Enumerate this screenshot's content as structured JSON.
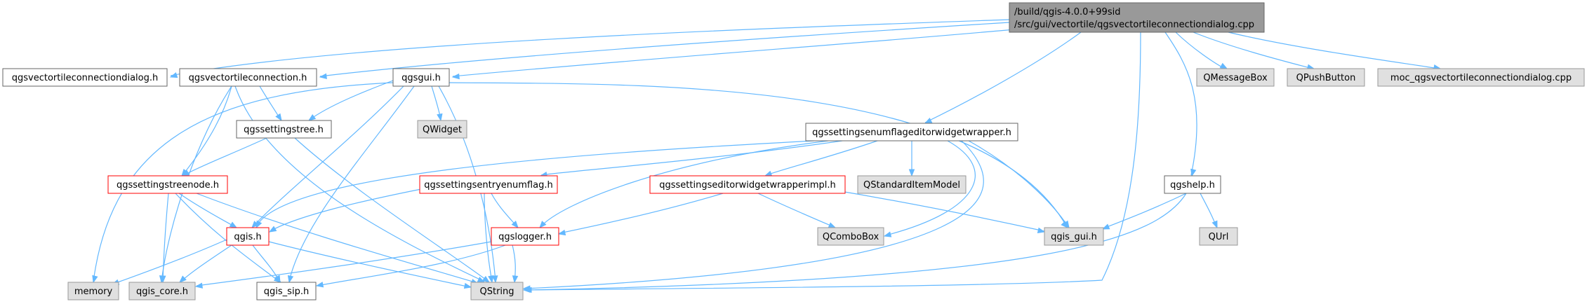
{
  "diagram": {
    "colors": {
      "edge": "#63b8ff",
      "root_fill": "#999999",
      "root_stroke": "#666666",
      "plain_fill": "#ffffff",
      "plain_stroke": "#666666",
      "red_stroke": "#ff0000",
      "grey_fill": "#e0e0e0",
      "grey_stroke": "#999999"
    },
    "nodes": {
      "root": {
        "lines": [
          "/build/qgis-4.0.0+99sid",
          "/src/gui/vectortile/qgsvectortileconnectiondialog.cpp"
        ],
        "style": "root"
      },
      "dlgh": {
        "lines": [
          "qgsvectortileconnectiondialog.h"
        ],
        "style": "plain"
      },
      "conn": {
        "lines": [
          "qgsvectortileconnection.h"
        ],
        "style": "plain"
      },
      "gui": {
        "lines": [
          "qgsgui.h"
        ],
        "style": "plain"
      },
      "tree": {
        "lines": [
          "qgssettingstree.h"
        ],
        "style": "plain"
      },
      "treen": {
        "lines": [
          "qgssettingstreenode.h"
        ],
        "style": "red"
      },
      "qgis": {
        "lines": [
          "qgis.h"
        ],
        "style": "red"
      },
      "memory": {
        "lines": [
          "memory"
        ],
        "style": "grey"
      },
      "core": {
        "lines": [
          "qgis_core.h"
        ],
        "style": "grey"
      },
      "sip": {
        "lines": [
          "qgis_sip.h"
        ],
        "style": "plain"
      },
      "qwidget": {
        "lines": [
          "QWidget"
        ],
        "style": "grey"
      },
      "qstring": {
        "lines": [
          "QString"
        ],
        "style": "grey"
      },
      "enumw": {
        "lines": [
          "qgssettingsenumflageditorwidgetwrapper.h"
        ],
        "style": "plain"
      },
      "entry": {
        "lines": [
          "qgssettingsentryenumflag.h"
        ],
        "style": "red"
      },
      "editw": {
        "lines": [
          "qgssettingseditorwidgetwrapperimpl.h"
        ],
        "style": "red"
      },
      "logger": {
        "lines": [
          "qgslogger.h"
        ],
        "style": "red"
      },
      "stdm": {
        "lines": [
          "QStandardItemModel"
        ],
        "style": "grey"
      },
      "combo": {
        "lines": [
          "QComboBox"
        ],
        "style": "grey"
      },
      "guih": {
        "lines": [
          "qgis_gui.h"
        ],
        "style": "grey"
      },
      "help": {
        "lines": [
          "qgshelp.h"
        ],
        "style": "plain"
      },
      "qurl": {
        "lines": [
          "QUrl"
        ],
        "style": "grey"
      },
      "msgbox": {
        "lines": [
          "QMessageBox"
        ],
        "style": "grey"
      },
      "pushb": {
        "lines": [
          "QPushButton"
        ],
        "style": "grey"
      },
      "moc": {
        "lines": [
          "moc_qgsvectortileconnectiondialog.cpp"
        ],
        "style": "grey"
      }
    }
  }
}
